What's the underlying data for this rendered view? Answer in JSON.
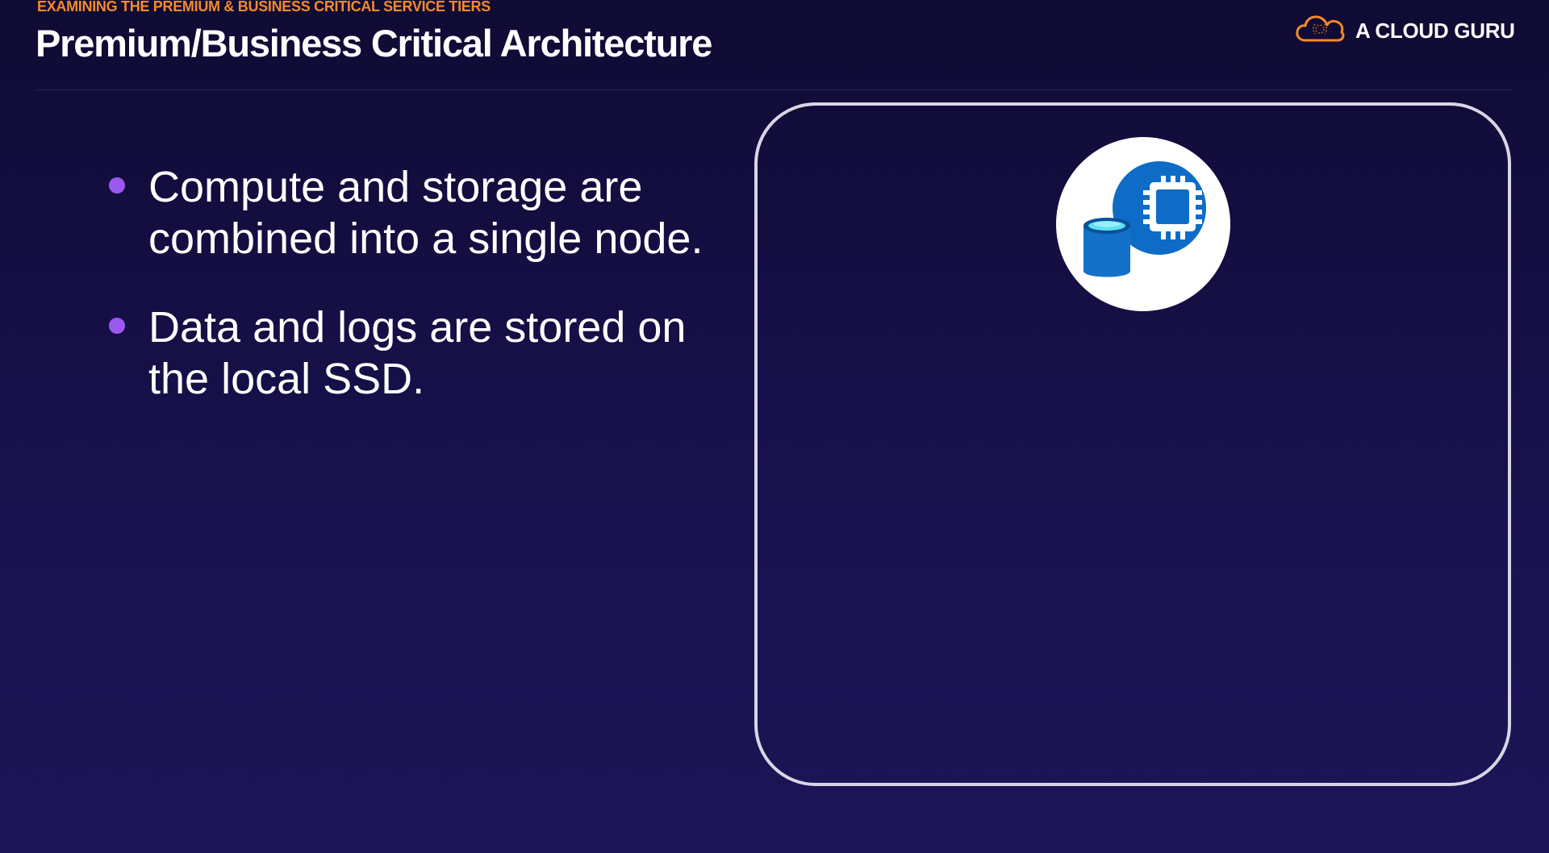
{
  "header": {
    "eyebrow": "EXAMINING THE PREMIUM & BUSINESS CRITICAL SERVICE TIERS",
    "title": "Premium/Business Critical Architecture"
  },
  "brand": {
    "name": "A CLOUD GURU",
    "icon": "cloud-logo-icon",
    "accent_color": "#f58a2a"
  },
  "bullets": [
    {
      "text": "Compute and storage are combined into a single node."
    },
    {
      "text": "Data and logs are stored on the local SSD."
    }
  ],
  "diagram": {
    "node_icon": "compute-storage-node-icon",
    "bullet_color": "#9b59f0",
    "chip_color": "#0f6cc6",
    "db_color": "#1372c8"
  }
}
